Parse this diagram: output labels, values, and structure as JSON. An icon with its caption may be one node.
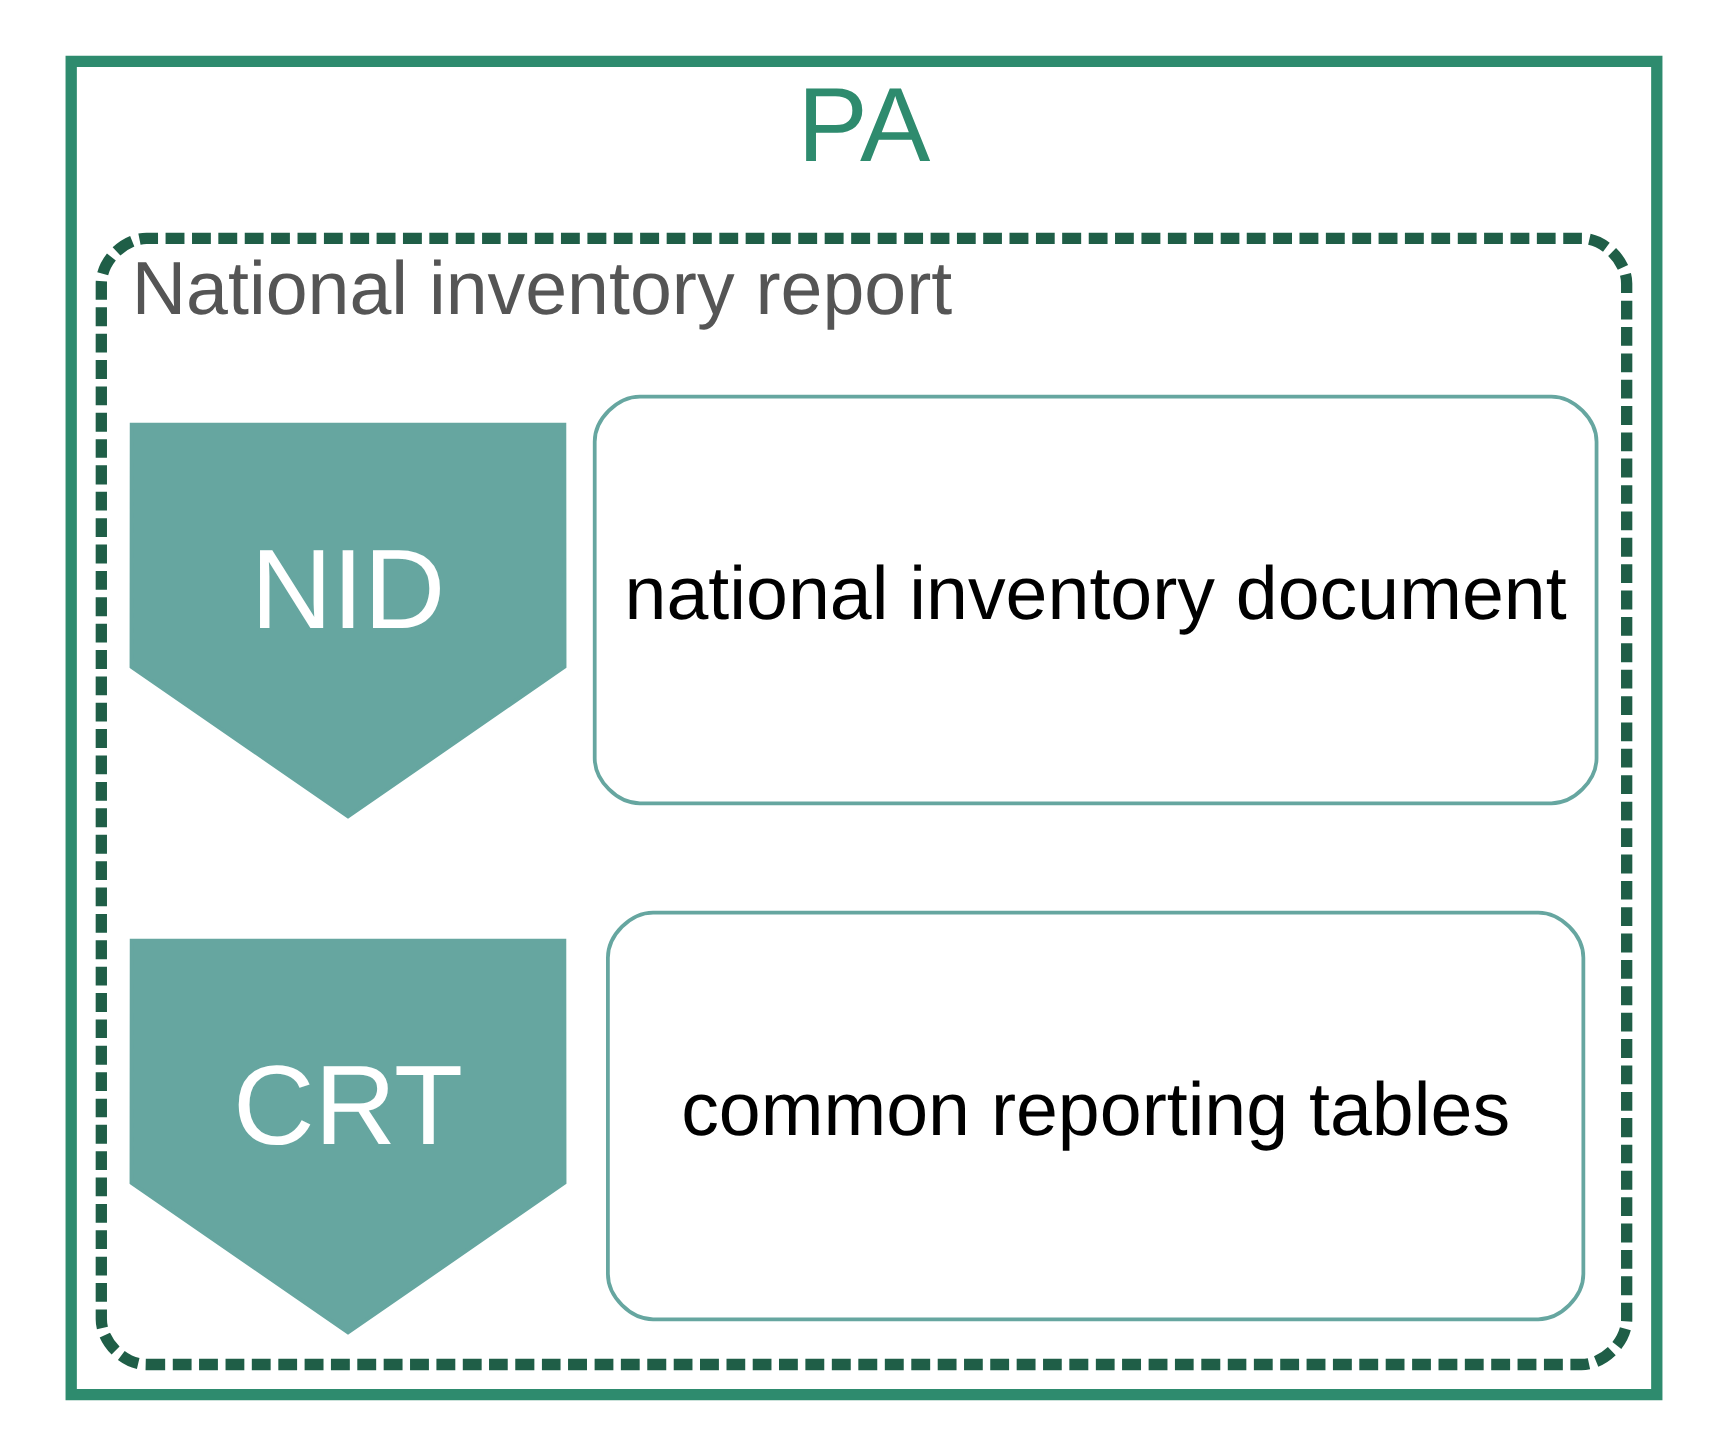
{
  "diagram": {
    "nodes": [
      {
        "text": [
          "PA"
        ]
      },
      {
        "text": [
          "National inventory report"
        ],
        "in": 0
      },
      {
        "text": [
          "NID"
        ],
        "in": 1
      },
      {
        "text": [
          "national inventory document"
        ],
        "in": 1
      },
      {
        "text": [
          "CRT"
        ],
        "in": 1
      },
      {
        "text": [
          "common reporting tables"
        ],
        "in": 1
      }
    ]
  }
}
